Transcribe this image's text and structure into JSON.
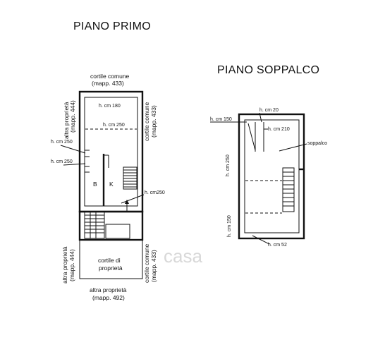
{
  "titles": {
    "primo": "PIANO PRIMO",
    "soppalco": "PIANO SOPPALCO"
  },
  "primo": {
    "top_label_1": "cortile comune",
    "top_label_2": "(mapp. 433)",
    "left_label_1": "altra proprietà",
    "left_label_2": "(mapp. 444)",
    "right_label_1": "cortile comune",
    "right_label_2": "(mapp. 433)",
    "h180": "h. cm 180",
    "h250_inner": "h. cm 250",
    "h250_a": "h. cm 250",
    "h250_b": "h. cm 250",
    "h250_c": "h. cm250",
    "room_b": "B",
    "room_k": "K",
    "courtyard_1": "cortile di",
    "courtyard_2": "proprietà",
    "bottom_left_1": "altra proprietà",
    "bottom_left_2": "(mapp. 444)",
    "bottom_right_1": "cortile comune",
    "bottom_right_2": "(mapp. 433)",
    "bottom_1": "altra proprietà",
    "bottom_2": "(mapp. 492)"
  },
  "soppalco": {
    "h20": "h. cm 20",
    "h150_top": "h. cm 150",
    "h210": "h. cm 210",
    "soppalco": "soppalco",
    "h250": "h. cm 250",
    "h150_bottom": "h. cm 150",
    "h52": "h. cm 52"
  },
  "watermark": "casa"
}
